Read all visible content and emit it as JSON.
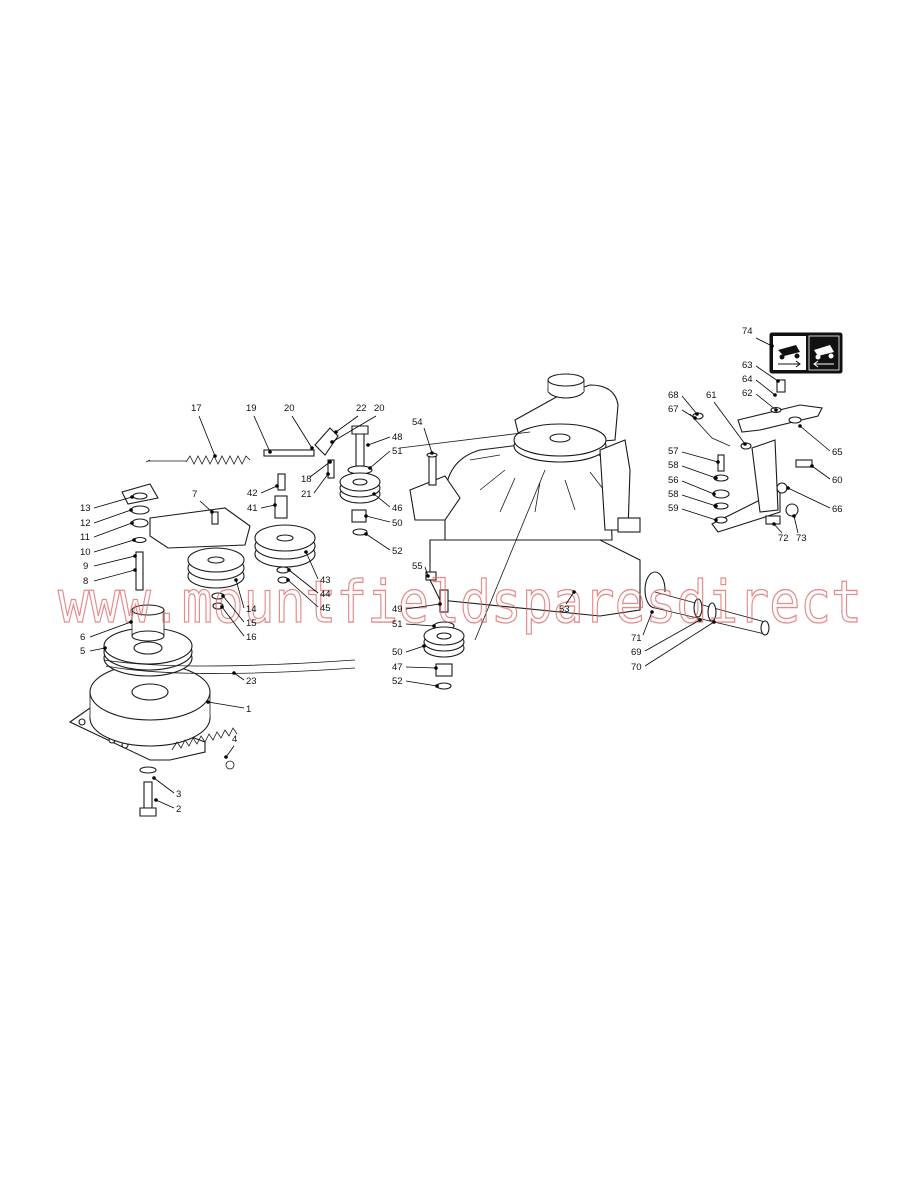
{
  "diagram": {
    "watermark": "www.mountfieldsparesdirect",
    "callouts": [
      {
        "num": "74"
      },
      {
        "num": "63"
      },
      {
        "num": "64"
      },
      {
        "num": "62"
      },
      {
        "num": "65"
      },
      {
        "num": "60"
      },
      {
        "num": "66"
      },
      {
        "num": "72"
      },
      {
        "num": "73"
      },
      {
        "num": "68"
      },
      {
        "num": "67"
      },
      {
        "num": "61"
      },
      {
        "num": "57"
      },
      {
        "num": "58"
      },
      {
        "num": "56"
      },
      {
        "num": "58"
      },
      {
        "num": "59"
      },
      {
        "num": "17"
      },
      {
        "num": "19"
      },
      {
        "num": "20"
      },
      {
        "num": "22"
      },
      {
        "num": "20"
      },
      {
        "num": "48"
      },
      {
        "num": "51"
      },
      {
        "num": "54"
      },
      {
        "num": "42"
      },
      {
        "num": "41"
      },
      {
        "num": "18"
      },
      {
        "num": "21"
      },
      {
        "num": "46"
      },
      {
        "num": "50"
      },
      {
        "num": "52"
      },
      {
        "num": "13"
      },
      {
        "num": "12"
      },
      {
        "num": "11"
      },
      {
        "num": "10"
      },
      {
        "num": "9"
      },
      {
        "num": "8"
      },
      {
        "num": "7"
      },
      {
        "num": "43"
      },
      {
        "num": "44"
      },
      {
        "num": "45"
      },
      {
        "num": "14"
      },
      {
        "num": "15"
      },
      {
        "num": "16"
      },
      {
        "num": "6"
      },
      {
        "num": "5"
      },
      {
        "num": "55"
      },
      {
        "num": "49"
      },
      {
        "num": "51"
      },
      {
        "num": "53"
      },
      {
        "num": "71"
      },
      {
        "num": "69"
      },
      {
        "num": "70"
      },
      {
        "num": "50"
      },
      {
        "num": "47"
      },
      {
        "num": "52"
      },
      {
        "num": "23"
      },
      {
        "num": "1"
      },
      {
        "num": "4"
      },
      {
        "num": "3"
      },
      {
        "num": "2"
      }
    ]
  }
}
